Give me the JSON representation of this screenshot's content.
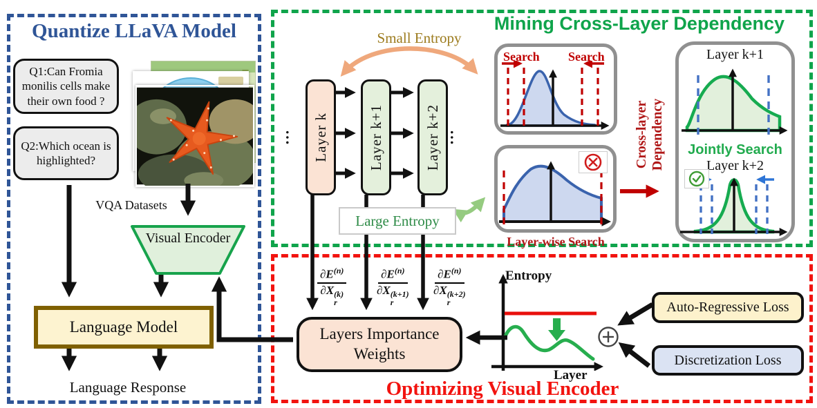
{
  "colors": {
    "panel_blue": "#2F5597",
    "panel_green": "#0FA44B",
    "panel_red": "#F2130F",
    "dark_red": "#B01818",
    "bright_red": "#C00000",
    "gold": "#9C7B1D",
    "green_text": "#2E8B47",
    "jointly_green": "#21AB4E",
    "orange_arrow": "#EFA87C",
    "green_arrow": "#95CB80",
    "peach_fill": "#FBE3D4",
    "pale_green_fill": "#E4F0DC",
    "gray_fill": "#ECECEC",
    "cream_fill": "#FDF3D0",
    "olive_border": "#7F6000",
    "yellow_fill": "#FDF2CC",
    "lavender_fill": "#DBE3F3",
    "blue_curve": "#3A63AD",
    "blue_curve_fill": "#CDD8EF",
    "green_curve": "#16AB50",
    "green_curve_fill": "#E2F0DC",
    "blue_dash": "#4472C4",
    "box_border_gray": "#909090"
  },
  "left_panel": {
    "title": "Quantize LLaVA Model",
    "question1": "Q1:Can Fromia monilis cells make their own food ?",
    "question2": "Q2:Which ocean is highlighted?",
    "vqa_label": "VQA Datasets",
    "visual_encoder": "Visual Encoder",
    "language_model": "Language Model",
    "language_response": "Language Response"
  },
  "mining_panel": {
    "title": "Mining Cross-Layer Dependency",
    "small_entropy_label": "Small Entropy",
    "large_entropy_label": "Large Entropy",
    "layers": [
      {
        "label": "Layer k"
      },
      {
        "label": "Layer k+1"
      },
      {
        "label": "Layer k+2"
      }
    ],
    "ellipsis": "…",
    "search_label_left": "Search",
    "search_label_right": "Search",
    "layerwise_search_label": "Layer-wise Search",
    "cross_layer_line1": "Cross-layer",
    "cross_layer_line2": "Dependency",
    "joint_box": {
      "top_label": "Layer k+1",
      "jointly_search_label": "Jointly Search",
      "bottom_label": "Layer k+2"
    }
  },
  "optimizing_panel": {
    "title": "Optimizing Visual Encoder",
    "gradients": [
      {
        "num_base": "∂E",
        "num_sup": "(n)",
        "den_base": "∂X",
        "den_sub": "r",
        "den_sup": "(k)"
      },
      {
        "num_base": "∂E",
        "num_sup": "(n)",
        "den_base": "∂X",
        "den_sub": "r",
        "den_sup": "(k+1)"
      },
      {
        "num_base": "∂E",
        "num_sup": "(n)",
        "den_base": "∂X",
        "den_sub": "r",
        "den_sup": "(k+2)"
      }
    ],
    "weights_box_label": "Layers Importance Weights",
    "entropy_axis_label": "Entropy",
    "layer_axis_label": "Layer",
    "auto_regressive_loss_label": "Auto-Regressive Loss",
    "discretization_loss_label": "Discretization Loss"
  }
}
